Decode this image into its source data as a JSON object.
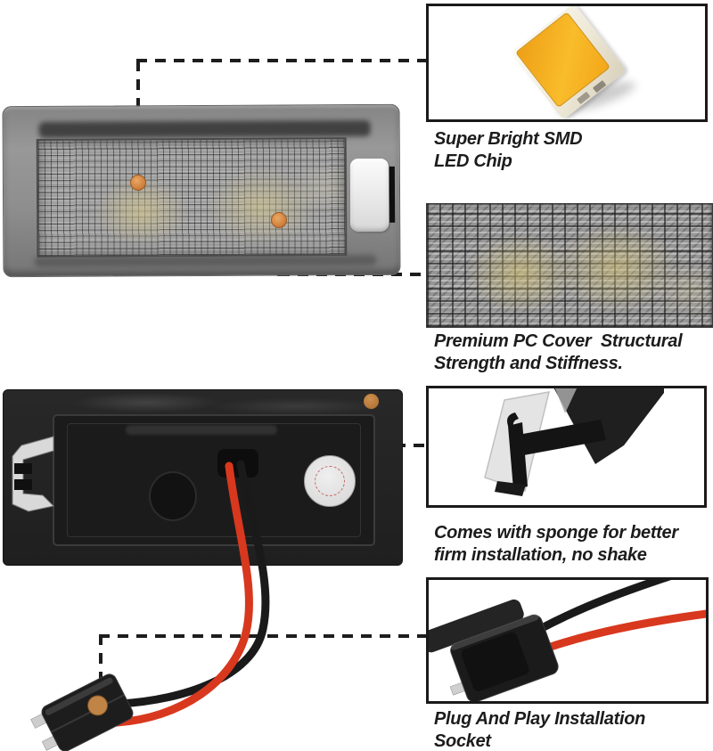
{
  "callouts": {
    "led_chip": {
      "label": "Super Bright SMD\nLED Chip"
    },
    "pc_cover": {
      "label": "Premium PC Cover  Structural\nStrength and Stiffness."
    },
    "sponge": {
      "label": "Comes with sponge for better\nfirm installation, no shake"
    },
    "socket": {
      "label": "Plug And Play Installation\nSocket"
    }
  },
  "photos": {
    "front_light": "license-plate-light-front-view",
    "led_chip": "smd-led-chip-close-up",
    "pc_cover": "knurled-pc-cover-texture-close-up",
    "back_light": "license-plate-light-back-view-with-wires",
    "sponge_clip": "mounting-clip-with-sponge-close-up",
    "plug": "two-pin-plug-connector-close-up"
  },
  "colors": {
    "background": "#ffffff",
    "text": "#1c1c1c",
    "callout_line": "#1d1d1d",
    "led_dot_orange": "#cd7c38",
    "chip_orange": "#f6ab1e",
    "wire_red": "#d8381e",
    "wire_black": "#1a1a1a",
    "body_gray": "#8e8e8e",
    "plate_black": "#242424"
  }
}
